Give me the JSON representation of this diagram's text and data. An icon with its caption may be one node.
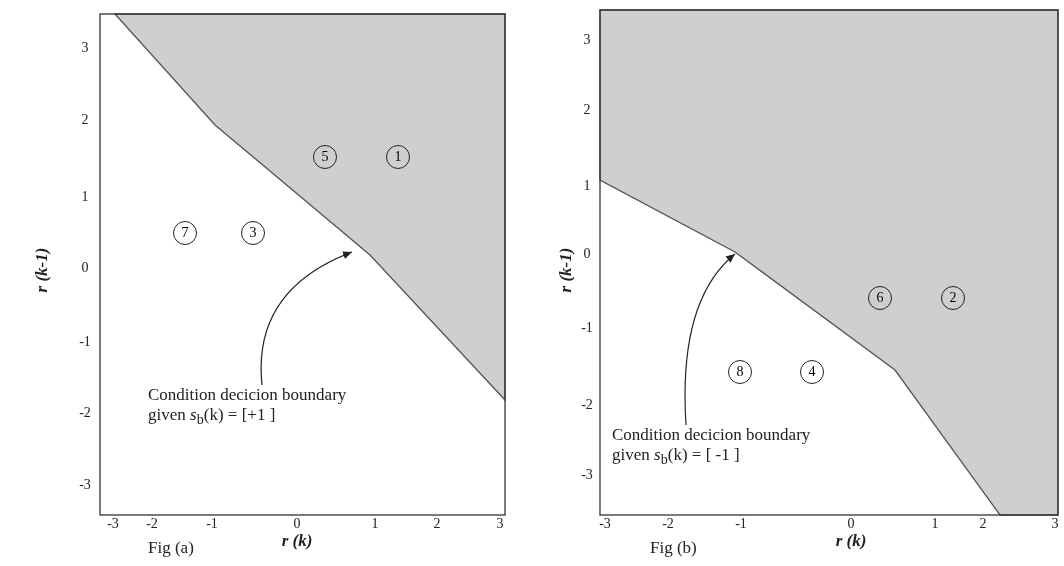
{
  "diagram": {
    "nodes": [
      {
        "text": [
          "5"
        ]
      },
      {
        "text": [
          "1"
        ]
      },
      {
        "text": [
          "7"
        ]
      },
      {
        "text": [
          "3"
        ]
      },
      {
        "text": [
          "Condition decicion boundary given *s*$_{b}$(k) = [+1 ]"
        ]
      },
      {
        "text": [
          "6"
        ]
      },
      {
        "text": [
          "2"
        ]
      },
      {
        "text": [
          "8"
        ]
      },
      {
        "text": [
          "4"
        ]
      },
      {
        "text": [
          "Condition decicion boundary given *s*$_{b}$(k) = [ -1 ]"
        ]
      }
    ],
    "edges": [
      {
        "from": 4,
        "to": null,
        "arrow": "to"
      },
      {
        "from": 9,
        "to": null,
        "arrow": "to"
      }
    ],
    "labels": [
      "3",
      "2",
      "1",
      "0",
      "-1",
      "-2",
      "-3",
      "-3",
      "-2",
      "-1",
      "0",
      "1",
      "2",
      "3",
      "r (k-1)",
      "r (k)",
      "Fig (a)",
      "3",
      "2",
      "1",
      "0",
      "-1",
      "-2",
      "-3",
      "-3",
      "-2",
      "-1",
      "0",
      "1",
      "2",
      "3",
      "r (k-1)",
      "r (k)",
      "Fig (b)"
    ]
  }
}
